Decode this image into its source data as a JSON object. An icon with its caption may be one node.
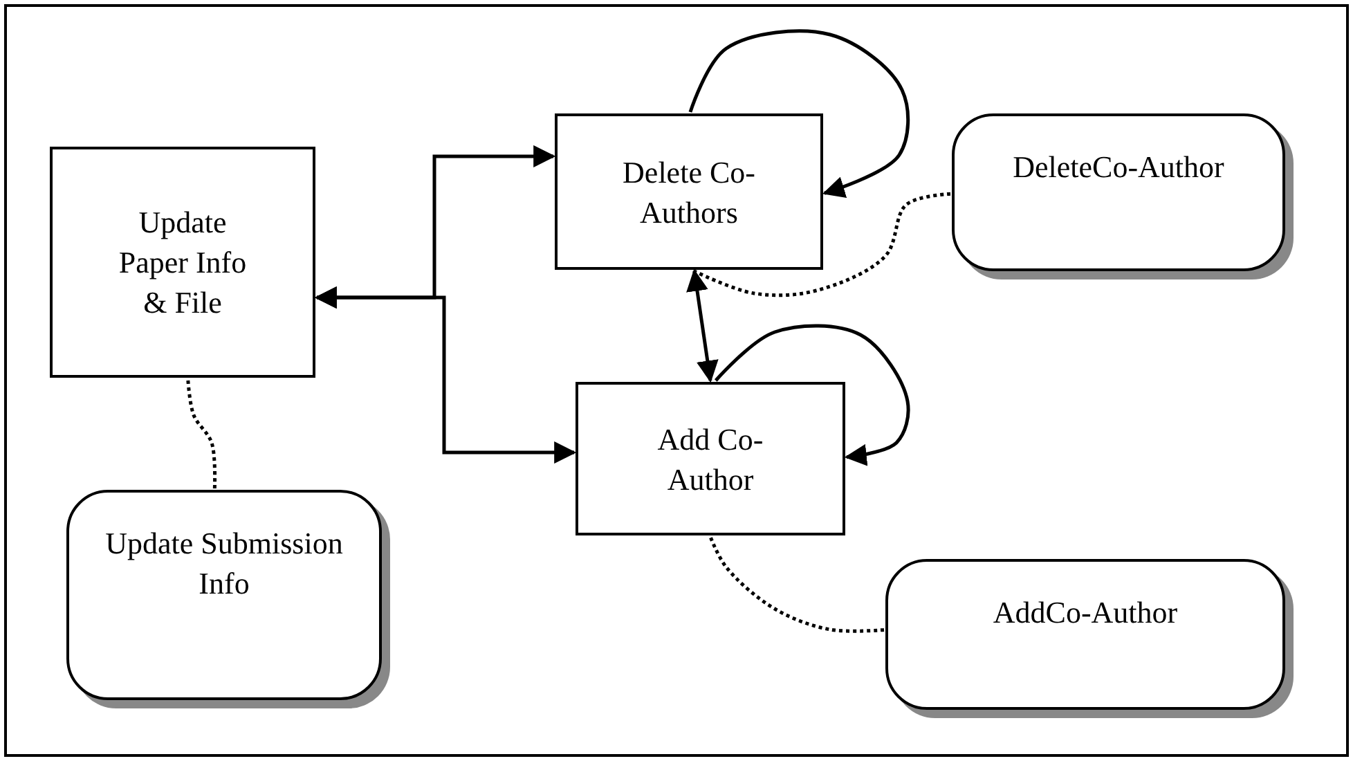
{
  "diagram": {
    "nodes": [
      {
        "text": [
          "Update Paper Info & File"
        ]
      },
      {
        "text": [
          "Delete Co-Authors"
        ]
      },
      {
        "text": [
          "DeleteCo-Author"
        ]
      },
      {
        "text": [
          "Add Co-Author"
        ]
      },
      {
        "text": [
          "Update Submission Info"
        ]
      },
      {
        "text": [
          "AddCo-Author"
        ]
      }
    ],
    "edges": [
      {
        "from": 0,
        "to": 1,
        "arrow": "both"
      },
      {
        "from": 0,
        "to": 3,
        "arrow": "both"
      },
      {
        "from": 1,
        "to": 1,
        "arrow": "to"
      },
      {
        "from": 3,
        "to": 3,
        "arrow": "to"
      },
      {
        "from": 1,
        "to": 3,
        "arrow": "both"
      },
      {
        "from": 2,
        "to": 1,
        "arrow": "none",
        "style": "dashed"
      },
      {
        "from": 5,
        "to": 3,
        "arrow": "none",
        "style": "dashed"
      },
      {
        "from": 4,
        "to": 0,
        "arrow": "none",
        "style": "dashed"
      }
    ]
  }
}
